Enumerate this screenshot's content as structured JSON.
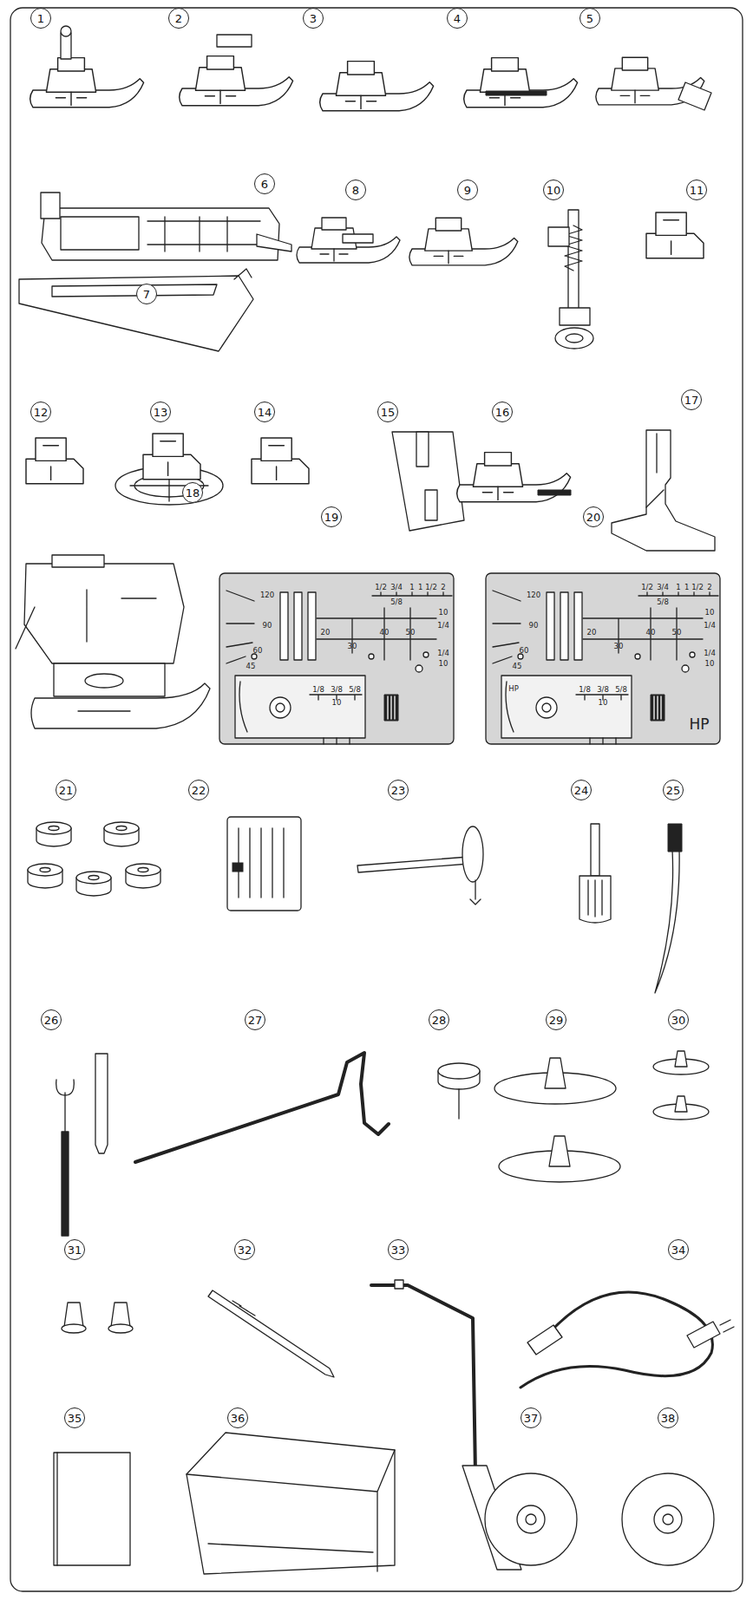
{
  "diagram": {
    "labels": [
      "1",
      "2",
      "3",
      "4",
      "5",
      "6",
      "7",
      "8",
      "9",
      "10",
      "11",
      "12",
      "13",
      "14",
      "15",
      "16",
      "17",
      "18",
      "19",
      "120",
      "90",
      "60",
      "45",
      "1/2",
      "3/4",
      "1",
      "1 1/2",
      "2",
      "5/8",
      "10",
      "1/4",
      "1/4",
      "10",
      "20",
      "30",
      "40",
      "50",
      "1/8",
      "3/8",
      "5/8",
      "10",
      "20",
      "120",
      "90",
      "60",
      "45",
      "1/2",
      "3/4",
      "1",
      "1 1/2",
      "2",
      "5/8",
      "10",
      "1/4",
      "1/4",
      "10",
      "20",
      "30",
      "40",
      "50",
      "1/8",
      "3/8",
      "5/8",
      "10",
      "HP",
      "HP",
      "21",
      "22",
      "23",
      "24",
      "25",
      "26",
      "27",
      "28",
      "29",
      "30",
      "31",
      "32",
      "33",
      "34",
      "35",
      "36",
      "37",
      "38"
    ]
  }
}
